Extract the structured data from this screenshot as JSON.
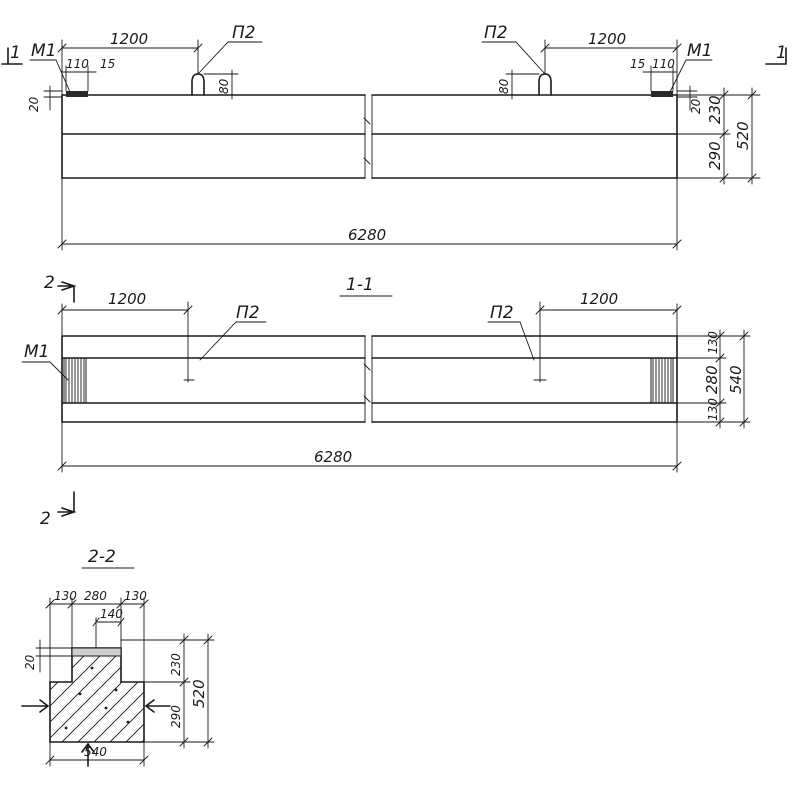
{
  "elevation": {
    "dim_left_1200": "1200",
    "dim_right_1200": "1200",
    "label_p2_left": "П2",
    "label_p2_right": "П2",
    "label_m1_left": "М1",
    "label_m1_right": "М1",
    "dim_110_left": "110",
    "dim_15_left": "15",
    "dim_15_right": "15",
    "dim_110_right": "110",
    "dim_20_left": "20",
    "dim_20_right": "20",
    "dim_80_left": "80",
    "dim_80_right": "80",
    "dim_230": "230",
    "dim_290": "290",
    "dim_520": "520",
    "dim_total": "6280",
    "section_mark_left": "1",
    "section_mark_right": "1"
  },
  "plan": {
    "title": "1-1",
    "dim_left_1200": "1200",
    "dim_right_1200": "1200",
    "label_p2_left": "П2",
    "label_p2_right": "П2",
    "label_m1": "М1",
    "dim_130_top": "130",
    "dim_280": "280",
    "dim_130_bottom": "130",
    "dim_540": "540",
    "dim_total": "6280",
    "section_mark_top": "2",
    "section_mark_bottom": "2"
  },
  "section": {
    "title": "2-2",
    "dim_130_left": "130",
    "dim_280": "280",
    "dim_130_right": "130",
    "dim_140": "140",
    "dim_20": "20",
    "dim_230": "230",
    "dim_290": "290",
    "dim_520": "520",
    "dim_540": "540"
  }
}
